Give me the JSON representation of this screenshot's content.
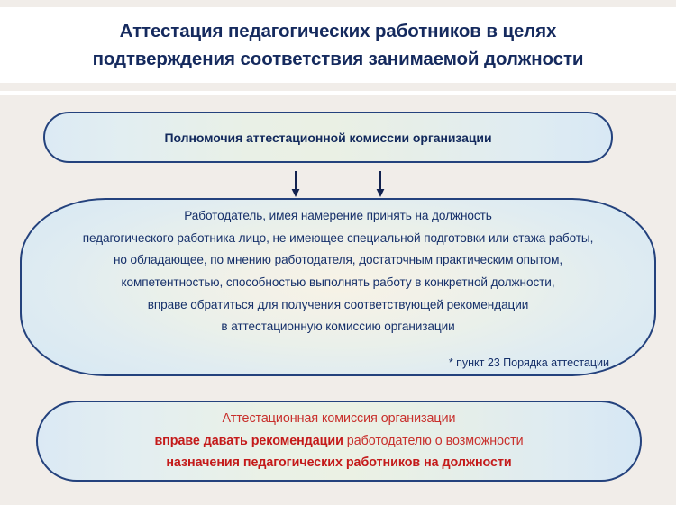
{
  "slide": {
    "title_line1": "Аттестация педагогических работников в целях",
    "title_line2": "подтверждения соответствия занимаемой должности",
    "background_color": "#f1ede9",
    "header_background": "#ffffff",
    "title_color": "#152a5e",
    "box_border_color": "#24427d",
    "accent_red": "#c41a1a",
    "navy_text": "#16306a"
  },
  "box_top": {
    "text": "Полномочия аттестационной комиссии организации"
  },
  "arrows": {
    "left": "down-arrow",
    "right": "down-arrow",
    "color": "#12224f"
  },
  "box_middle": {
    "lines": [
      "Работодатель, имея намерение принять на должность",
      "педагогического работника лицо, не имеющее специальной подготовки или стажа работы,",
      "но обладающее, по мнению работодателя, достаточным практическим опытом,",
      "компетентностью, способностью выполнять работу в конкретной должности,",
      "вправе обратиться для получения соответствующей рекомендации",
      "в аттестационную комиссию организации"
    ],
    "footnote": "* пункт 23 Порядка аттестации"
  },
  "box_bottom": {
    "line1": "Аттестационная комиссия организации",
    "line2_bold": "вправе давать рекомендации",
    "line2_regular": " работодателю о возможности",
    "line3_bold": "назначения педагогических работников на должности"
  }
}
